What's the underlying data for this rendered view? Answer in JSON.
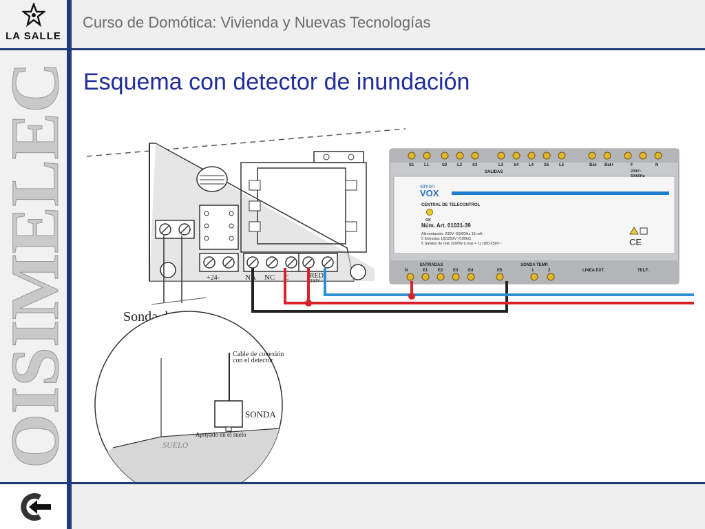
{
  "header": {
    "course_title": "Curso de Domótica: Vivienda y Nuevas Tecnologías",
    "logo_text": "LA SALLE"
  },
  "slide": {
    "title": "Esquema con detector de inundación"
  },
  "sidebar": {
    "brand_text": "OISIMELEC"
  },
  "diagram": {
    "detector": {
      "terminal_power": "+24-",
      "terminal_na": "NA",
      "terminal_nc": "NC",
      "terminal_c": "C",
      "terminal_red": "RED",
      "terminal_red_voltage": "230V",
      "probe_label": "Sonda de agua"
    },
    "detail": {
      "cable_label_line1": "Cable de conexión",
      "cable_label_line2": "con el detector",
      "probe_label": "SONDA",
      "support_label": "Apoyado en el suelo",
      "floor_label": "SUELO"
    },
    "controller": {
      "top_terminals": [
        "S1",
        "L1",
        "S2",
        "L2",
        "S3",
        "L3",
        "S4",
        "L4",
        "S5",
        "L5",
        "Bat-",
        "Bat+",
        "F",
        "N"
      ],
      "outputs_label": "SALIDAS",
      "supply_label_line1": "230V~",
      "supply_label_line2": "50/60Hz",
      "brand_top": "simon",
      "brand_bottom": "VOX",
      "product_name": "CENTRAL DE TELECONTROL",
      "ok_label": "OK",
      "article_number": "Núm. Art. 01031-39",
      "spec_power": "Alimentación: 230V~50/60Hz 15 mA",
      "spec_inputs": "5 Entradas 18Ω250V~/100kΩ",
      "spec_outputs": "5 Salidas de relé 1000W (cosφ = 1) /180-250V~",
      "inputs_label": "ENTRADAS",
      "temp_label": "SONDA TEMP.",
      "line_label": "LINEA EXT.",
      "phone_label": "TELF.",
      "bottom_terminals": [
        "N",
        "E1",
        "E2",
        "E3",
        "E4",
        "E5",
        "1",
        "2"
      ],
      "ce_mark": "CE"
    }
  },
  "colors": {
    "accent_blue": "#1f3a78",
    "title_blue": "#1f2e9a",
    "wire_red": "#d8222a",
    "wire_blue": "#2a8fd6"
  }
}
